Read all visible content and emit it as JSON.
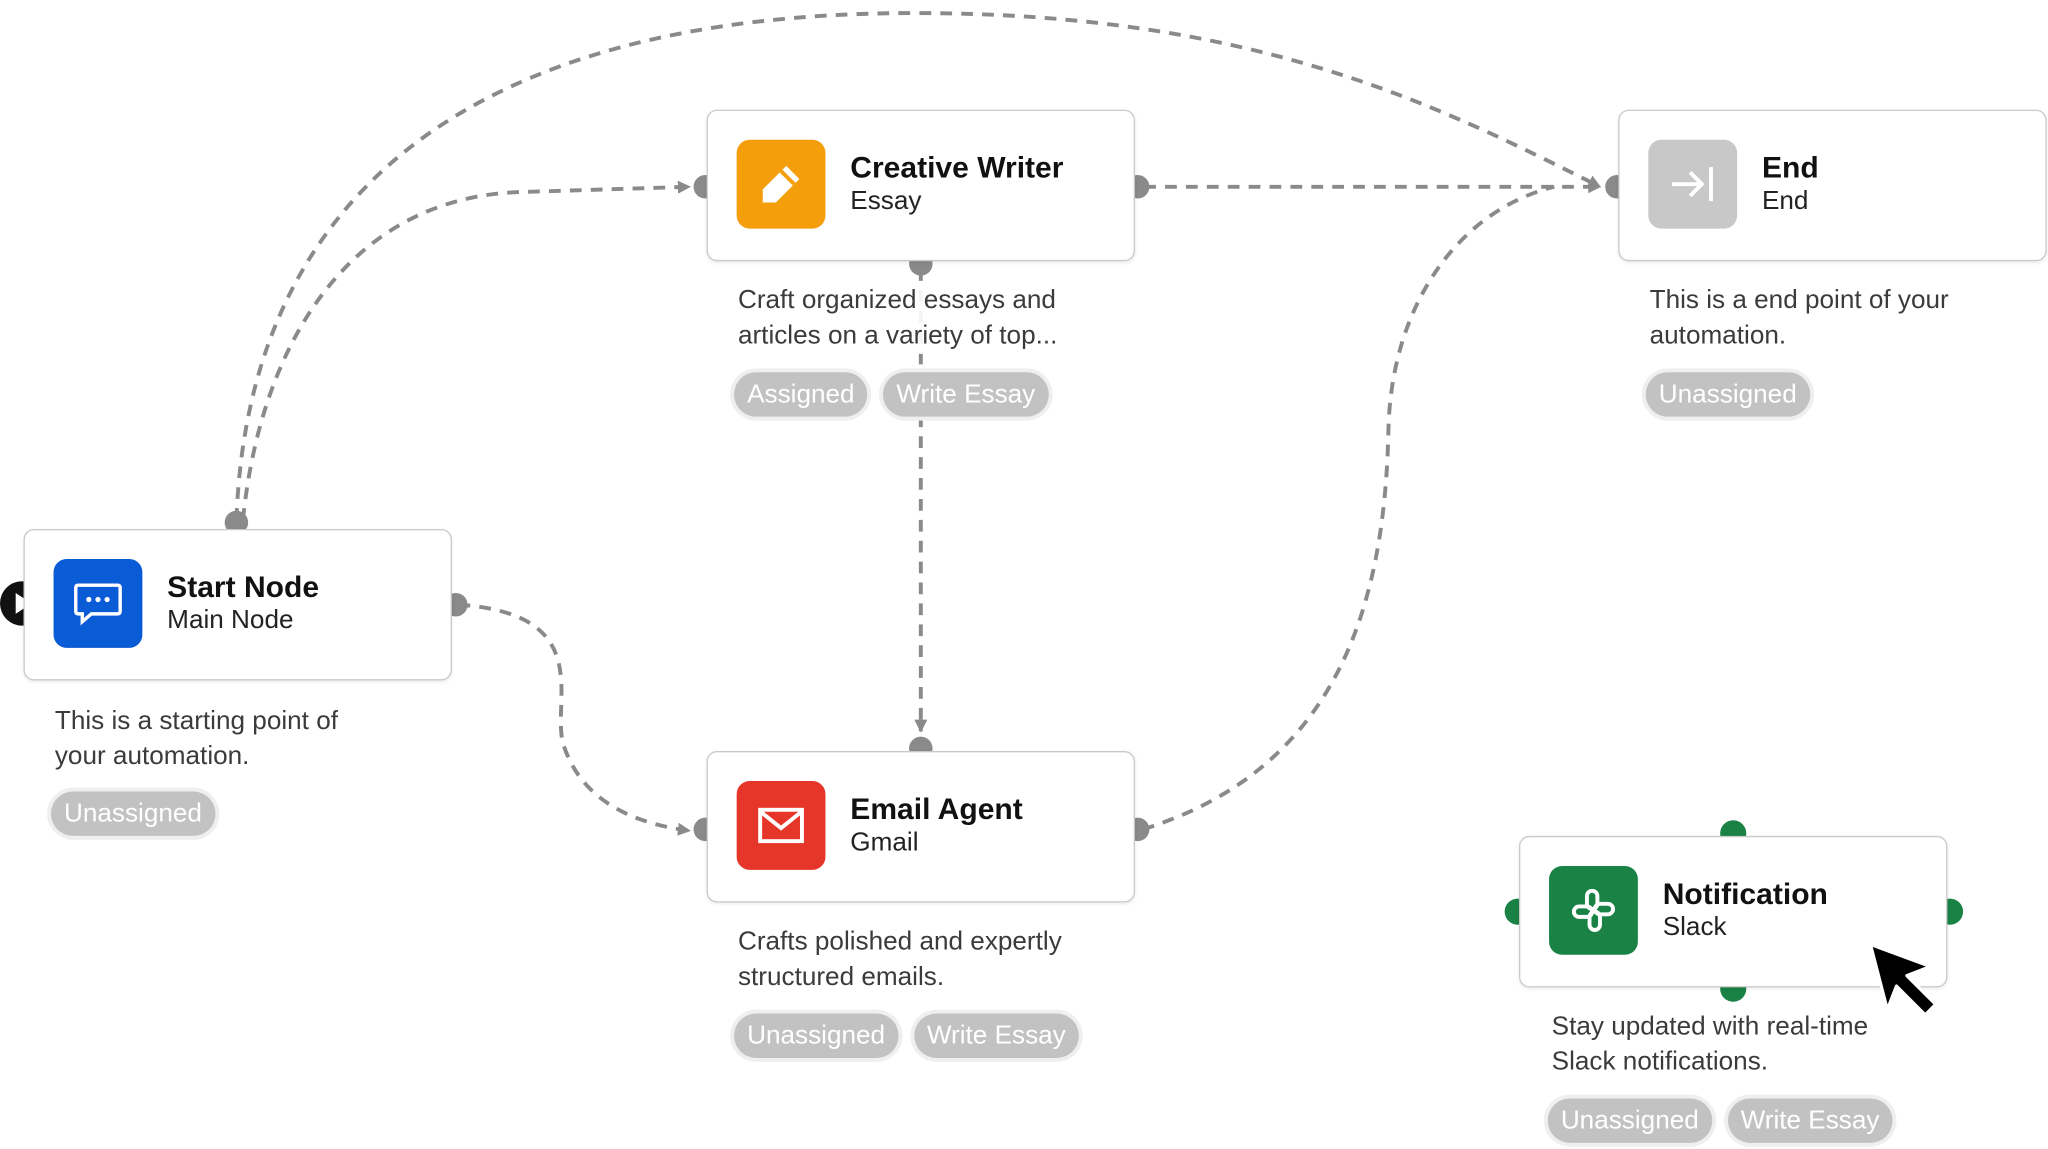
{
  "nodes": {
    "start": {
      "title": "Start Node",
      "subtitle": "Main Node",
      "description": "This is a starting point of your automation.",
      "tags": [
        "Unassigned"
      ],
      "icon": "chat-bubble-icon",
      "color": "#0a5bd6"
    },
    "creative": {
      "title": "Creative Writer",
      "subtitle": "Essay",
      "description": "Craft organized essays and articles on a variety of top...",
      "tags": [
        "Assigned",
        "Write Essay"
      ],
      "icon": "pencil-icon",
      "color": "#f59e0b"
    },
    "end": {
      "title": "End",
      "subtitle": "End",
      "description": "This is a end point of your automation.",
      "tags": [
        "Unassigned"
      ],
      "icon": "exit-arrow-icon",
      "color": "#c8c8c8"
    },
    "email": {
      "title": "Email Agent",
      "subtitle": "Gmail",
      "description": "Crafts polished and expertly structured emails.",
      "tags": [
        "Unassigned",
        "Write Essay"
      ],
      "icon": "mail-icon",
      "color": "#e63529"
    },
    "notification": {
      "title": "Notification",
      "subtitle": "Slack",
      "description": "Stay updated with real-time Slack notifications.",
      "tags": [
        "Unassigned",
        "Write Essay"
      ],
      "icon": "slack-icon",
      "color": "#1a8245"
    }
  },
  "colors": {
    "edge": "#8a8a8a",
    "selected_handle": "#1a8245",
    "tag_bg": "#c2c2c2"
  }
}
